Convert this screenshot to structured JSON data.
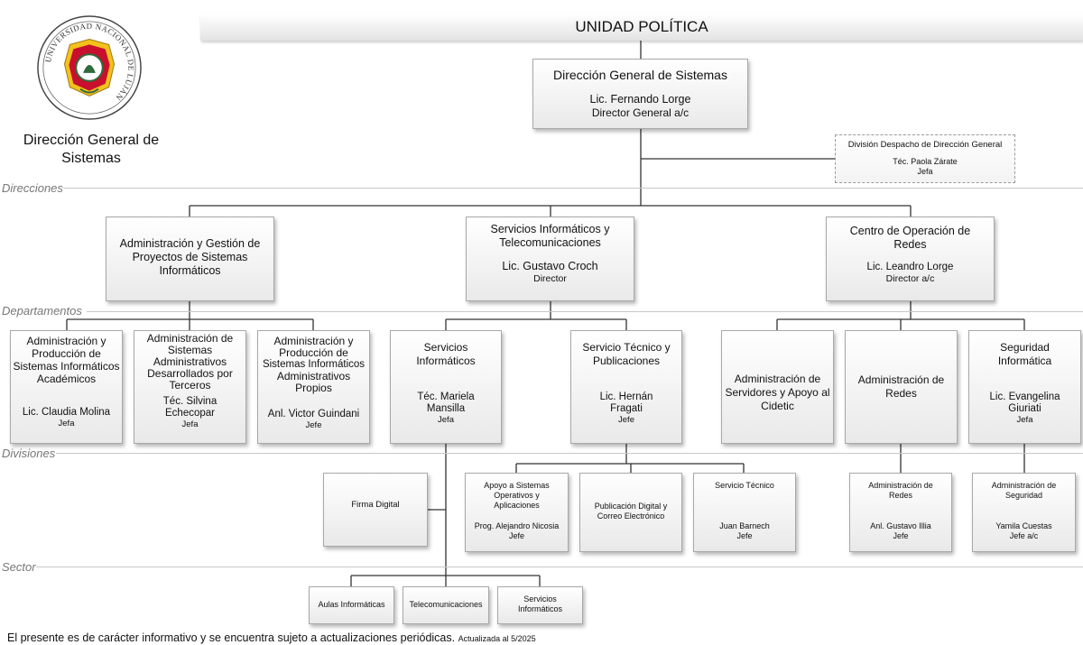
{
  "header": {
    "title": "UNIDAD POLÍTICA"
  },
  "logo": {
    "seal_text": "UNIVERSIDAD NACIONAL DE LUJÁN"
  },
  "brand": {
    "line1": "Dirección General de",
    "line2": "Sistemas"
  },
  "levels": {
    "direcciones": "Direcciones",
    "departamentos": "Departamentos",
    "divisiones": "Divisiones",
    "sector": "Sector"
  },
  "top": {
    "name": "Dirección General de Sistemas",
    "person": "Lic. Fernando Lorge",
    "role": "Director General a/c"
  },
  "despacho": {
    "name": "División Despacho de Dirección General",
    "person": "Téc. Paola Zárate",
    "role": "Jefa"
  },
  "direcciones": [
    {
      "name_1": "Administración y Gestión de",
      "name_2": "Proyectos de Sistemas",
      "name_3": "Informáticos"
    },
    {
      "name_1": "Servicios Informáticos y",
      "name_2": "Telecomunicaciones",
      "person": "Lic. Gustavo Croch",
      "role": "Director"
    },
    {
      "name_1": "Centro de Operación de",
      "name_2": "Redes",
      "person": "Lic. Leandro Lorge",
      "role": "Director a/c"
    }
  ],
  "departamentos": [
    {
      "name_1": "Administración y",
      "name_2": "Producción de",
      "name_3": "Sistemas Informáticos",
      "name_4": "Académicos",
      "person": "Lic. Claudia Molina",
      "role": "Jefa"
    },
    {
      "name_1": "Administración de",
      "name_2": "Sistemas",
      "name_3": "Administrativos",
      "name_4": "Desarrollados por",
      "name_5": "Terceros",
      "person_1": "Téc. Silvina",
      "person_2": "Echecopar",
      "role": "Jefa"
    },
    {
      "name_1": "Administración y",
      "name_2": "Producción de",
      "name_3": "Sistemas Informáticos",
      "name_4": "Administrativos",
      "name_5": "Propios",
      "person": "Anl. Victor Guindani",
      "role": "Jefe"
    },
    {
      "name_1": "Servicios",
      "name_2": "Informáticos",
      "person_1": "Téc. Mariela",
      "person_2": "Mansilla",
      "role": "Jefa"
    },
    {
      "name_1": "Servicio Técnico y",
      "name_2": "Publicaciones",
      "person_1": "Lic. Hernán",
      "person_2": "Fragati",
      "role": "Jefe"
    },
    {
      "name_1": "Administración de",
      "name_2": "Servidores y Apoyo al",
      "name_3": "Cidetic"
    },
    {
      "name_1": "Administración de",
      "name_2": "Redes"
    },
    {
      "name_1": "Seguridad",
      "name_2": "Informática",
      "person_1": "Lic. Evangelina",
      "person_2": "Giuriati",
      "role": "Jefa"
    }
  ],
  "divisiones": [
    {
      "name": "Firma Digital"
    },
    {
      "name_1": "Apoyo a Sistemas",
      "name_2": "Operativos y",
      "name_3": "Aplicaciones",
      "person": "Prog. Alejandro Nicosia",
      "role": "Jefe"
    },
    {
      "name_1": "Publicación Digital y",
      "name_2": "Correo Electrónico"
    },
    {
      "name": "Servicio Técnico",
      "person": "Juan Barnech",
      "role": "Jefe"
    },
    {
      "name_1": "Administración de",
      "name_2": "Redes",
      "person": "Anl. Gustavo Illia",
      "role": "Jefe"
    },
    {
      "name_1": "Administración de",
      "name_2": "Seguridad",
      "person": "Yamila Cuestas",
      "role": "Jefe a/c"
    }
  ],
  "sectores": [
    {
      "name": "Aulas Informáticas"
    },
    {
      "name": "Telecomunicaciones"
    },
    {
      "name_1": "Servicios",
      "name_2": "Informáticos"
    }
  ],
  "footer": {
    "text": "El presente es de carácter informativo y se encuentra sujeto a actualizaciones periódicas.",
    "updated": "Actualizada al 5/2025"
  },
  "colors": {
    "connector": "#333333",
    "box_border": "#a8a8a8",
    "level_text": "#777777",
    "seal_red": "#c8102e",
    "seal_gold": "#f2c21b",
    "seal_green": "#2f6b3c"
  }
}
